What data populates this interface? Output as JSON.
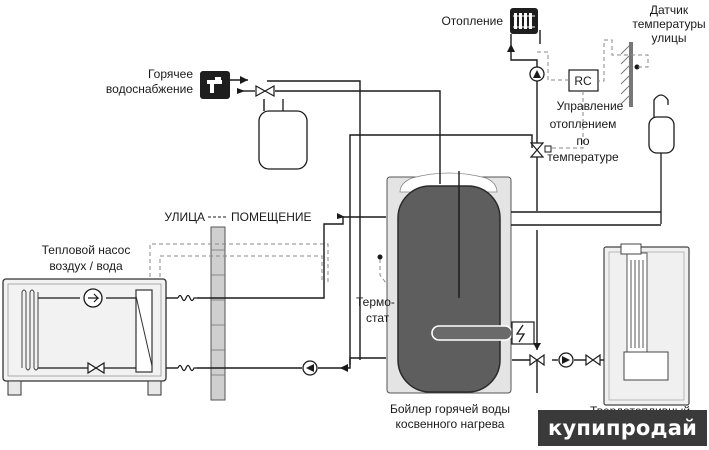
{
  "labels": {
    "heating": "Отопление",
    "outdoor_sensor_1": "Датчик",
    "outdoor_sensor_2": "температуры",
    "outdoor_sensor_3": "улицы",
    "hot_water_1": "Горячее",
    "hot_water_2": "водоснабжение",
    "rc": "RC",
    "control_1": "Управление",
    "control_2": "отоплением",
    "control_3": "по",
    "control_4": "температуре",
    "street": "УЛИЦА",
    "room": "ПОМЕЩЕНИЕ",
    "heat_pump_1": "Тепловой насос",
    "heat_pump_2": "воздух / вода",
    "thermostat_1": "Термо-",
    "thermostat_2": "стат",
    "boiler_1": "Бойлер горячей воды",
    "boiler_2": "косвенного нагрева",
    "solid_fuel": "Твердотопливный"
  },
  "watermark": "купипродай",
  "colors": {
    "line": "#1a1a1a",
    "dashed": "#888888",
    "tank_fill": "#5e5e5e",
    "tank_shell": "#e4e4e4",
    "icon_bg": "#1e1e1e",
    "wall": "#cfcfcf"
  }
}
